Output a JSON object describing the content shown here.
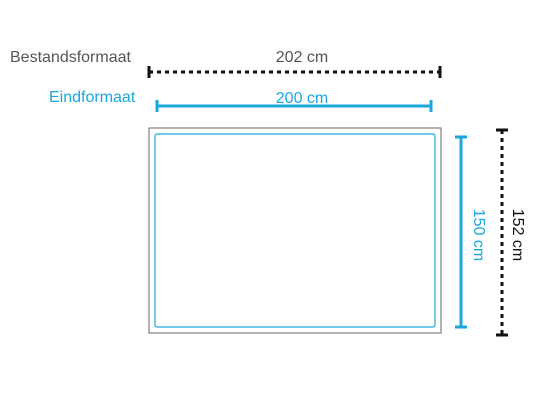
{
  "labels": {
    "bestandsformaat": "Bestandsformaat",
    "eindformaat": "Eindformaat"
  },
  "dimensions": {
    "file_width": "202 cm",
    "final_width": "200 cm",
    "final_height": "150 cm",
    "file_height": "152 cm"
  },
  "colors": {
    "accent_blue": "#1aa7e0",
    "file_line": "#111111",
    "label_grey": "#555555",
    "sheet_border": "#666666"
  }
}
